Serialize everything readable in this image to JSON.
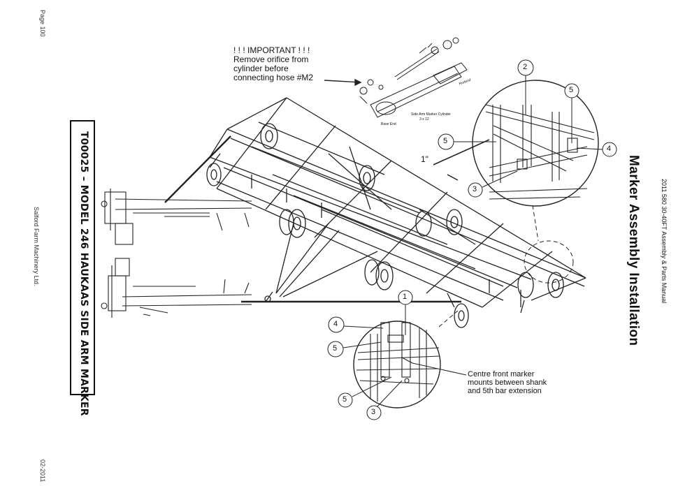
{
  "header": {
    "page": "Page 100",
    "company": "Salford Farm Machinery Ltd.",
    "date": "02-2011",
    "manual_title": "2011 580 30-40FT Assembly & Parts Manual",
    "section_title": "Marker Assembly Installation"
  },
  "title_box": {
    "text": "T00025 – MODEL 246 HAUKAAS SIDE ARM MARKER"
  },
  "notes": {
    "important_heading": "! ! ! IMPORTANT ! ! !",
    "important_line1": "Remove orifice from",
    "important_line2": "cylinder before",
    "important_line3": "connecting hose #M2",
    "centre_line1": "Centre front marker",
    "centre_line2": "mounts between shank",
    "centre_line3": "and 5th bar extension",
    "dimension": "1\"",
    "cyl_label1": "Rodend",
    "cyl_label2": "Side Arm Marker Cylinder",
    "cyl_label3": "3 x 12",
    "cyl_label4": "Base End"
  },
  "callouts_top": [
    "2",
    "5",
    "5",
    "4",
    "3"
  ],
  "callouts_bottom": [
    "1",
    "4",
    "5",
    "5",
    "3"
  ]
}
